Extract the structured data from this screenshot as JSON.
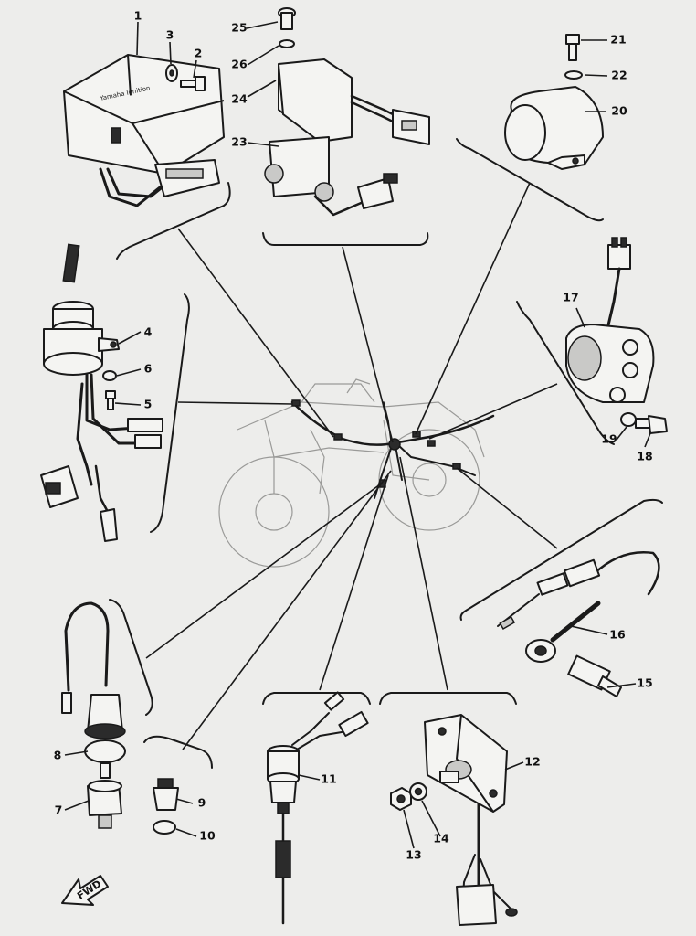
{
  "callouts": {
    "p1": "1",
    "p2": "2",
    "p3": "3",
    "p4": "4",
    "p5": "5",
    "p6": "6",
    "p7": "7",
    "p8": "8",
    "p9": "9",
    "p10": "10",
    "p11": "11",
    "p12": "12",
    "p13": "13",
    "p14": "14",
    "p15": "15",
    "p16": "16",
    "p17": "17",
    "p18": "18",
    "p19": "19",
    "p20": "20",
    "p21": "21",
    "p22": "22",
    "p23": "23",
    "p24": "24",
    "p25": "25",
    "p26": "26"
  },
  "direction_arrow": {
    "label": "FWD"
  },
  "colors": {
    "ink": "#1a1a1a",
    "paper": "#ededeb",
    "ghost": "#9a9a98"
  }
}
